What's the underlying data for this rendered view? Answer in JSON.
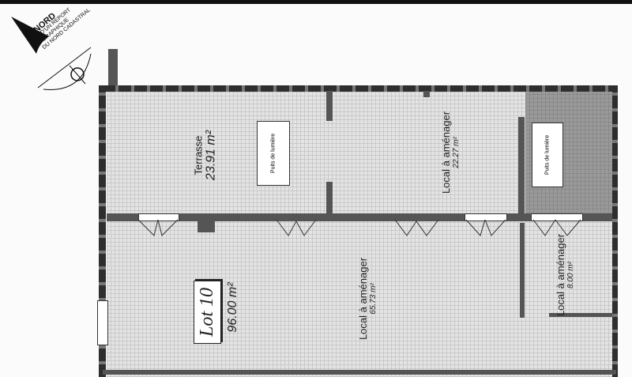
{
  "north": {
    "label": "NORD",
    "note": [
      "ISSU D'UN REPORT",
      "GRAPHIQUE",
      "DU NORD CADASTRAL"
    ]
  },
  "lot": {
    "label": "Lot  10",
    "area": "96.00 m²"
  },
  "rooms": [
    {
      "name": "Terrasse",
      "area": "23.91 m²"
    },
    {
      "name": "Local à aménager",
      "area": "22.27 m²"
    },
    {
      "name": "Local à aménager",
      "area": "65.73 m²"
    },
    {
      "name": "Local à aménager",
      "area": "8.00 m²"
    }
  ],
  "lightwells": [
    "Puits de lumière",
    "Puits de lumière"
  ]
}
